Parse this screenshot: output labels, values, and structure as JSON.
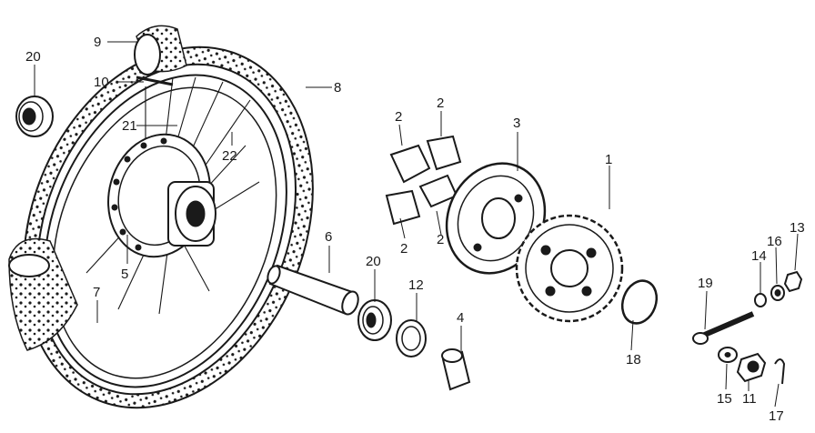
{
  "labels": {
    "l1": "1",
    "l2a": "2",
    "l2b": "2",
    "l2c": "2",
    "l2d": "2",
    "l3": "3",
    "l4": "4",
    "l5": "5",
    "l6": "6",
    "l7": "7",
    "l8": "8",
    "l9": "9",
    "l10": "10",
    "l11": "11",
    "l12": "12",
    "l13": "13",
    "l14": "14",
    "l15": "15",
    "l16": "16",
    "l17": "17",
    "l18": "18",
    "l19": "19",
    "l20a": "20",
    "l20b": "20",
    "l21": "21",
    "l22": "22"
  }
}
